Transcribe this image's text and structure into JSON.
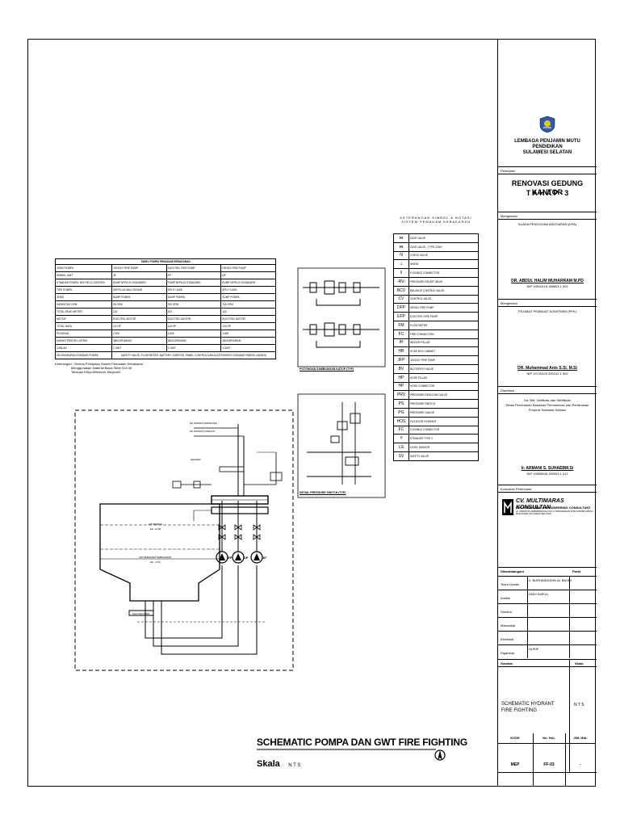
{
  "institution": {
    "name_line1": "LEMBAGA PENJAMIN MUTU PENDIDIKAN",
    "name_line2": "SULAWESI SELATAN"
  },
  "project": {
    "label": "Pekerjaan",
    "title_line1": "RENOVASI GEDUNG KANTOR",
    "title_line2": "T A H A P - 3"
  },
  "approvals": [
    {
      "label": "Mengetahui",
      "role": "KUASA PENGGUNA ANGGARAN (KPA)",
      "name": "DR. ABDUL HALIM MUHARRAM M.PD",
      "nip": "NIP 19610415 198603 1 002"
    },
    {
      "label": "Mengetahui",
      "role": "PEJABAT PEMBUAT KOMITMEN (PPK)",
      "name": "DR. Muhammad Anis S.Si, M.Si",
      "nip": "NIP 19720424 200212 1 002"
    },
    {
      "label": "Diperiksa",
      "role": "Ka. Bid. Verifikasi dan Sertifikasi",
      "role2": "Dinas Perumahan Kawasan Permukiman dan Pertanahan",
      "role3": "Propinsi Sulawesi Selatan",
      "name": "Ir. ARMANI S. SUHAEBM.Si",
      "nip": "NIP 19650608 199303 1 012"
    }
  ],
  "consultant": {
    "label": "Konsultan Perencana",
    "name": "CV. MULTIMARAS KONSULTAN",
    "sub": "ARCHITECTURE & ENGINEERING CONSULTANT",
    "address": "JL. PERINTIS KEMERDEKAAN KM 17 PERUMAHAN PURI ANDIBA INDAH MAKASSAR SULAWESI SELATAN"
  },
  "signatures": {
    "header_left": "Ditandatangani",
    "header_right": "Paraf",
    "rows": [
      {
        "label": "Team Leader",
        "value": "Ir. BURHANUDDIN AL BAHRI"
      },
      {
        "label": "Arsitek",
        "value": "ANDI SAIFUL"
      },
      {
        "label": "Struktur",
        "value": ""
      },
      {
        "label": "Mekanikal",
        "value": ""
      },
      {
        "label": "Elektrikal",
        "value": ""
      },
      {
        "label": "Digambar",
        "value": "HURIF"
      }
    ]
  },
  "drawing": {
    "label_gambar": "Gambar",
    "label_skala": "Skala",
    "title_line1": "SCHEMATIC HYDRANT",
    "title_line2": "FIRE FIGHTING",
    "scale": "N T S",
    "kode_label": "KODE",
    "nohal_label": "No. HAL",
    "jml_label": "JML HAL",
    "kode": "MEP",
    "nohal": "FF-03",
    "jml": "-"
  },
  "main_title": {
    "title": "SCHEMATIC POMPA DAN GWT FIRE FIGHTING",
    "skala_label": "Skala",
    "skala_value": "N T S"
  },
  "spec_table": {
    "title": "TABEL POMPA PEMADAM KEBAKARAN",
    "rows": [
      [
        "JENIS POMPA",
        "JOCKEY FIRE PUMP",
        "ELECTRIC FIRE PUMP",
        "DIESEL FIRE PUMP"
      ],
      [
        "SIMBOL UNIT",
        "JP",
        "EP",
        "DP"
      ],
      [
        "STANDAR POMPA, MOTOR & CONTROL",
        "PUMP NFPA 20 STANDARD",
        "PUMP NFPA 20 STANDARD",
        "PUMP NFPA 20 STANDARD"
      ],
      [
        "TIPE POMPA",
        "VERTICAL MULTISTAGE",
        "SPLIT CASE",
        "SPLIT CASE"
      ],
      [
        "JENIS",
        "SUMP POMPA",
        "SUMP POMPA",
        "SUMP POMPA"
      ],
      [
        "KAPASITAS        GPM",
        "25 GPM",
        "750 GPM",
        "750 GPM"
      ],
      [
        "TOTAL HEAD        METER",
        "115",
        "100",
        "100"
      ],
      [
        "MOTOR",
        "ELECTRIC MOTOR",
        "ELECTRIC MOTOR",
        "ELECTRIC MOTOR"
      ],
      [
        "TOTAL DAYA",
        "4.5 HP",
        "110 HP",
        "120 HP"
      ],
      [
        "PUTARAN",
        "2,900",
        "1,800",
        "1,800"
      ],
      [
        "KARAKTERISTIK LISTRIK",
        "380V/3PH/50HZ",
        "380V/3PH/50HZ",
        "380V/3PH/50HZ"
      ],
      [
        "JUMLAH",
        "1 UNIT",
        "1 UNIT",
        "1 UNIT"
      ],
      [
        "KELENGKAPAN STANDAR POMPA",
        "SAFETY VALVE, FLOW METER, BATTERY, STARTER, PANEL CONTROL DAN ACCESSORIES STANDAR PABRIK LAINNYA",
        "",
        ""
      ]
    ],
    "notes": [
      "Keterangan : Semua Pemipaan Sistem Pemadam Kebakaran",
      "Menggunakan Material Black Steel Sch 40",
      "Tekanan Kerja Minimum 16kg/cm2"
    ]
  },
  "legend": {
    "title_line1": "KETERANGAN SIMBOL & NOTASI",
    "title_line2": "SISTEM PEMADAM KEBAKARAN",
    "items": [
      {
        "sym": "⋈",
        "text": "GATE VALVE"
      },
      {
        "sym": "⋈",
        "text": "GATE VALVE - TYPE OS&Y"
      },
      {
        "sym": "N",
        "text": "CHECK VALVE"
      },
      {
        "sym": "⊥",
        "text": "UNION"
      },
      {
        "sym": "‖",
        "text": "FLEXIBLE CONNECTOR"
      },
      {
        "sym": "-RV-",
        "text": "PRESSURE RELIEF VALVE"
      },
      {
        "sym": "BCV",
        "text": "BALANCE CONTROL VALVE"
      },
      {
        "sym": "CV",
        "text": "CONTROL VALVE"
      },
      {
        "sym": "DFP",
        "text": "DIESEL FIRE PUMP"
      },
      {
        "sym": "EFP",
        "text": "ELECTRIC FIRE PUMP"
      },
      {
        "sym": "FM",
        "text": "FLOW METER"
      },
      {
        "sym": "FC",
        "text": "FIRE CONNECTION"
      },
      {
        "sym": "IH",
        "text": "INDOOR PILLAR"
      },
      {
        "sym": "HB",
        "text": "HOSE BOX CABINET"
      },
      {
        "sym": "JFP",
        "text": "JOCKEY FIRE PUMP"
      },
      {
        "sym": "BV",
        "text": "BUTTERFLY VALVE"
      },
      {
        "sym": "HP",
        "text": "HOSE PILLAR"
      },
      {
        "sym": "HP",
        "text": "HOSE CONNECTOR"
      },
      {
        "sym": "PRV",
        "text": "PRESSURE REDUCING VALVE"
      },
      {
        "sym": "PS",
        "text": "PRESSURE SWITCH"
      },
      {
        "sym": "PG",
        "text": "PRESSURE GAUGE"
      },
      {
        "sym": "HOS",
        "text": "OUTDOOR HYDRANT"
      },
      {
        "sym": "FC",
        "text": "FLEXIBLE CONNECTOR"
      },
      {
        "sym": "Y",
        "text": "STRAINER TYPE Y"
      },
      {
        "sym": "LS",
        "text": "LEVEL SENSOR"
      },
      {
        "sym": "SV",
        "text": "SAFETY VALVE"
      }
    ]
  },
  "details": {
    "detail1": "POTONGAN SAMBUNGAN KATUP (TYP)",
    "detail2": "DETAIL PRESSURE SWITCH (TYP)"
  },
  "schematic": {
    "labels": {
      "to_sprinkler": "KE SISTEM SPRINKLER",
      "to_hydrant": "KE SISTEM HYDRANT",
      "tank_top": "AIR BERSIH",
      "tank_mid": "AIR PEMADAM KEBAKARAN",
      "level1": "Elv. +0.00",
      "level2": "Elv. -2.50",
      "header": "HEADER",
      "pump_ep": "EP",
      "pump_dp": "DP",
      "pump_jp": "JP",
      "suction": "SUCTION PIPE"
    }
  },
  "colors": {
    "ink": "#000000",
    "paper": "#ffffff",
    "logo_blue": "#2a5db0",
    "logo_yellow": "#f0c020"
  }
}
